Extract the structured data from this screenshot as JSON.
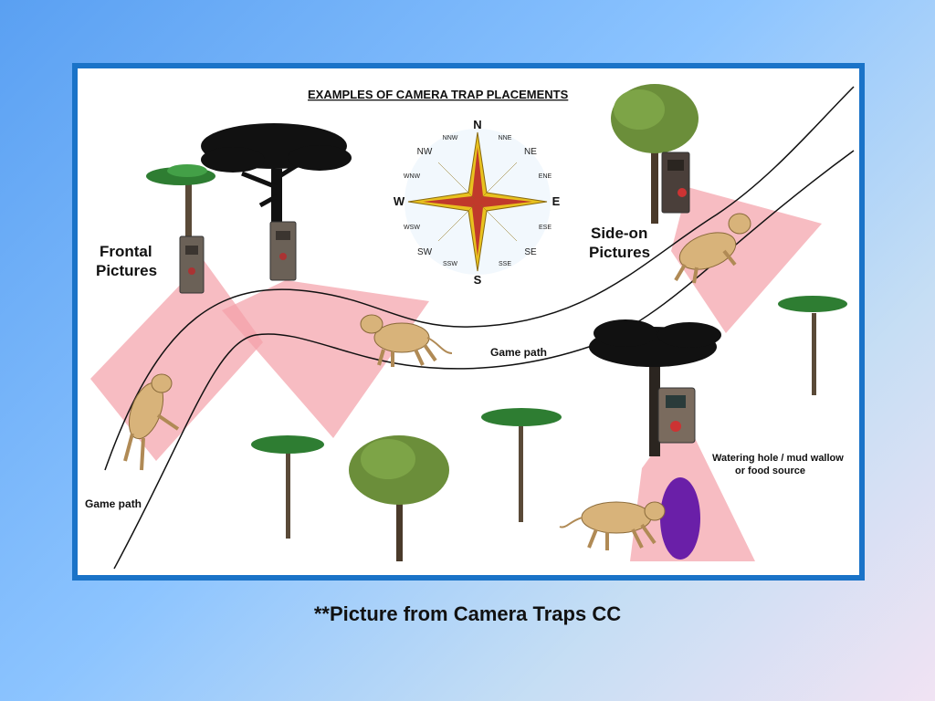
{
  "diagram": {
    "title": "EXAMPLES OF CAMERA TRAP PLACEMENTS",
    "frontal_label": [
      "Frontal",
      "Pictures"
    ],
    "sideon_label": [
      "Side-on",
      "Pictures"
    ],
    "game_path_right": "Game path",
    "game_path_left": "Game path",
    "water_label": [
      "Watering hole / mud wallow",
      "or food source"
    ],
    "compass": {
      "cardinal": {
        "n": "N",
        "e": "E",
        "s": "S",
        "w": "W"
      },
      "intercardinal": {
        "ne": "NE",
        "se": "SE",
        "sw": "SW",
        "nw": "NW"
      },
      "minor": {
        "nne": "NNE",
        "ene": "ENE",
        "ese": "ESE",
        "sse": "SSE",
        "ssw": "SSW",
        "wsw": "WSW",
        "wnw": "WNW",
        "nnw": "NNW"
      }
    }
  },
  "caption": "**Picture from Camera Traps CC",
  "colors": {
    "frame_border": "#1a73c8",
    "detection_zone": "#f4a0a8",
    "water": "#6a1fa8",
    "compass_star": "#e8c21f",
    "compass_center": "#c0392b"
  }
}
